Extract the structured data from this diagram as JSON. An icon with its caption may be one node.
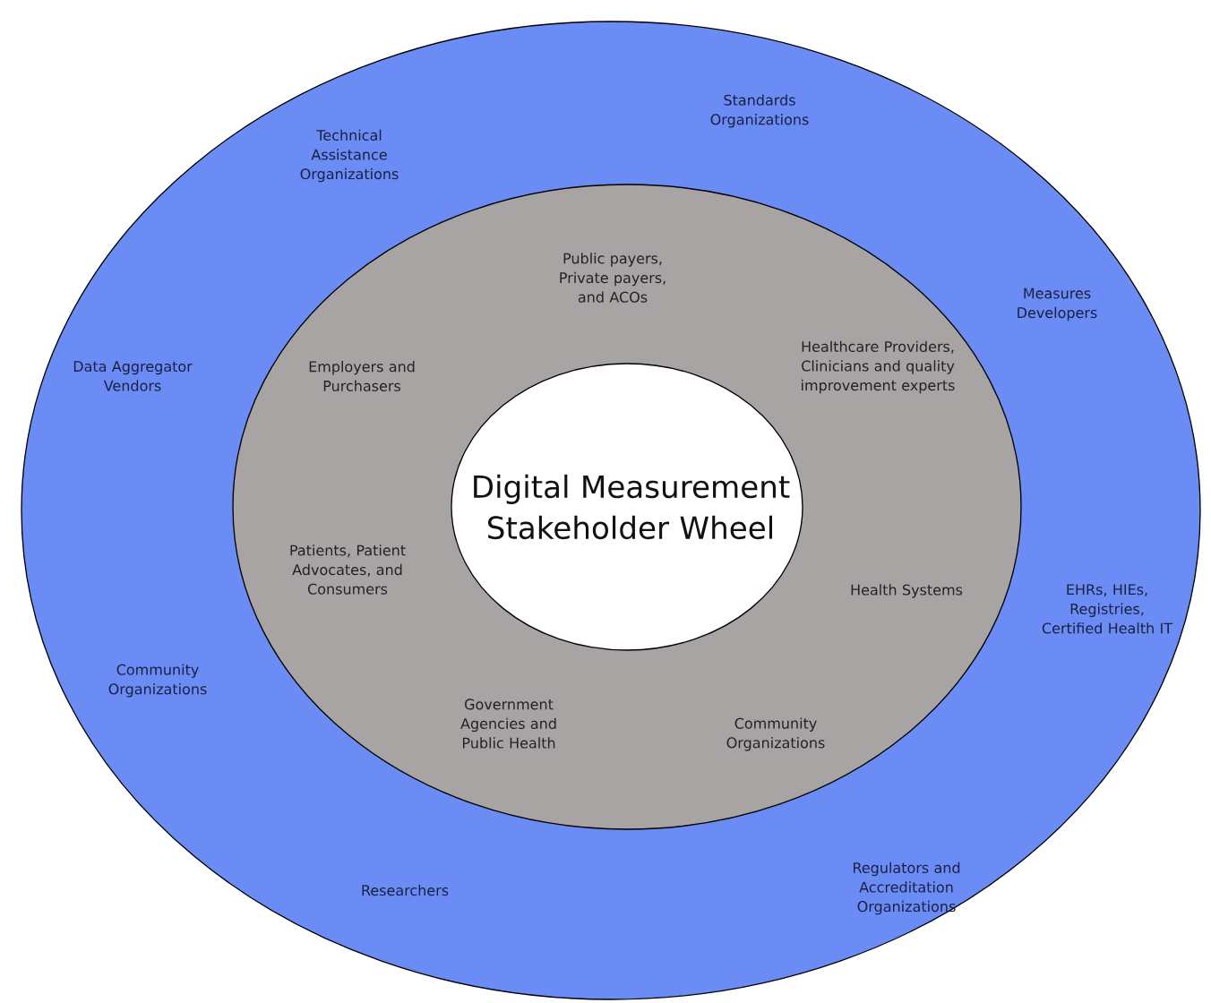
{
  "diagram": {
    "nodes": [
      {
        "text": [
          "Standards Organizations",
          "Technical Assistance Organizations",
          "Measures Developers",
          "Data Aggregator Vendors",
          "EHRs, HIEs, Registries, Certified Health IT",
          "Community Organizations",
          "Researchers",
          "Regulators and Accreditation Organizations"
        ]
      },
      {
        "text": [
          "Public payers, Private payers, and ACOs",
          "Employers and Purchasers",
          "Healthcare Providers, Clinicians and quality improvement experts",
          "Patients, Patient Advocates, and Consumers",
          "Health Systems",
          "Government Agencies and Public Health",
          "Community Organizations"
        ],
        "in": 0
      },
      {
        "text": [
          "Digital Measurement Stakeholder Wheel"
        ],
        "in": 1
      }
    ]
  }
}
